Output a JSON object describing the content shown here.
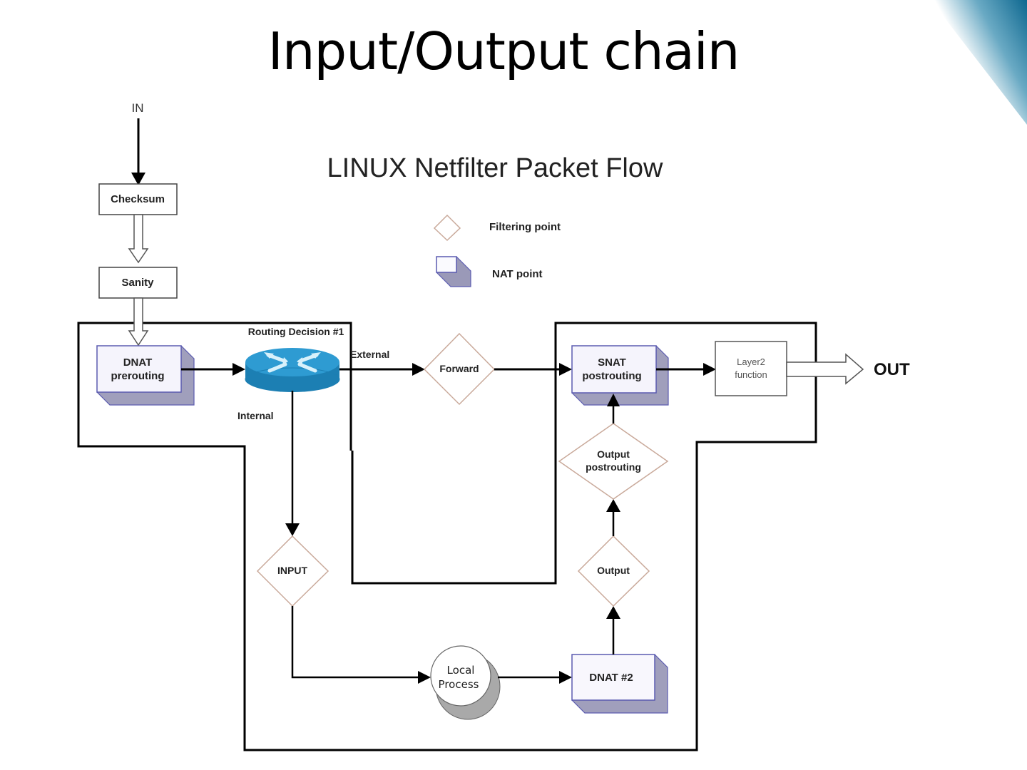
{
  "slide": {
    "title": "Input/Output chain",
    "accent_color": "#1a6e93"
  },
  "diagram": {
    "title": "LINUX Netfilter Packet Flow",
    "legend": {
      "filtering_point": "Filtering point",
      "nat_point": "NAT point"
    },
    "labels": {
      "in": "IN",
      "out": "OUT",
      "routing_decision": "Routing Decision #1",
      "external": "External",
      "internal": "Internal"
    },
    "nodes": {
      "checksum": "Checksum",
      "sanity": "Sanity",
      "dnat_prerouting": [
        "DNAT",
        "prerouting"
      ],
      "forward": "Forward",
      "snat_postrouting": [
        "SNAT",
        "postrouting"
      ],
      "layer2": [
        "Layer2",
        "function"
      ],
      "output_postrouting": [
        "Output",
        "postrouting"
      ],
      "output": "Output",
      "input": "INPUT",
      "local_process": [
        "Local",
        "Process"
      ],
      "dnat2": "DNAT #2"
    },
    "colors": {
      "diamond_stroke": "#c9a99a",
      "nat_face": "#f4f2fc",
      "nat_border": "#5b5bb0",
      "nat_side": "#9a99b8",
      "router_top": "#2e9bd2",
      "router_side": "#1c7fb3",
      "line": "#000000"
    }
  }
}
